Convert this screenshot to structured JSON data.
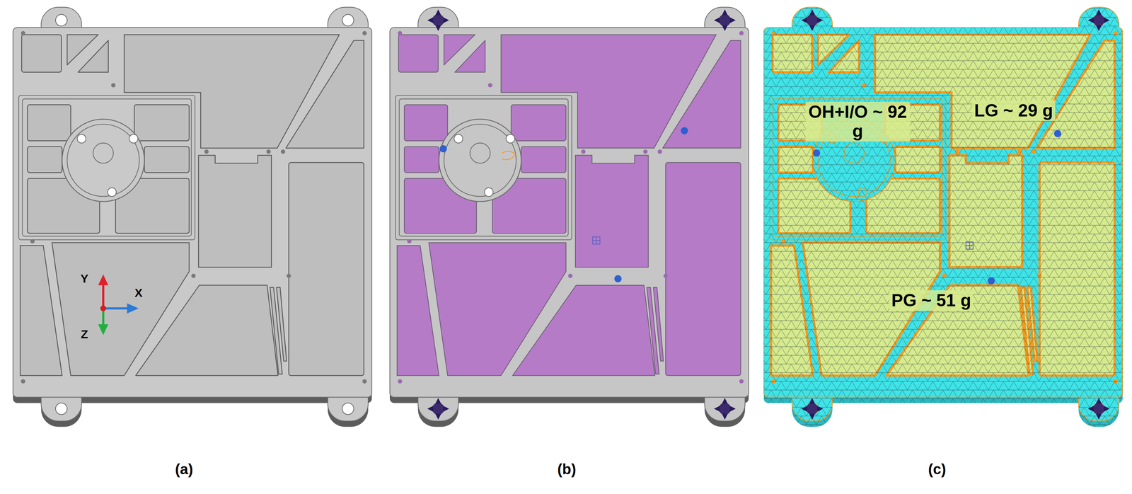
{
  "diagram": {
    "labels": [
      "Y",
      "X",
      "Z",
      "(a)",
      "(b)",
      "OH+I/O ~ 92 g",
      "LG ~ 29 g",
      "PG ~ 51 g",
      "(c)"
    ]
  }
}
